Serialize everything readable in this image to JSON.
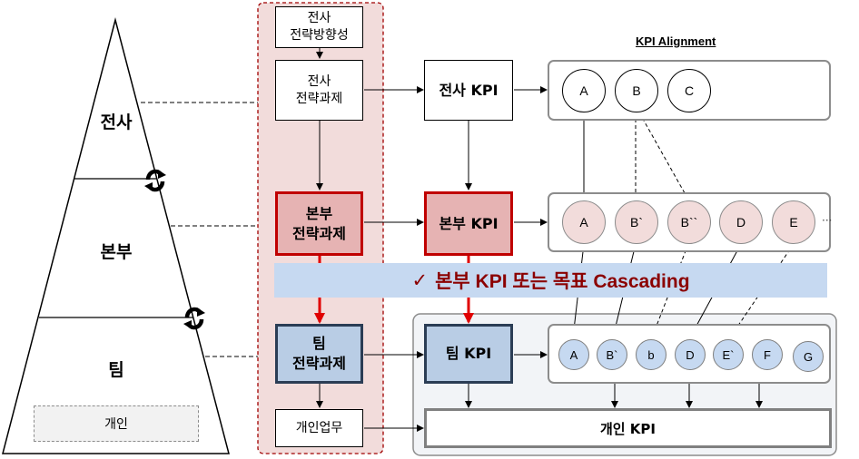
{
  "pyramid": {
    "levels": [
      "전사",
      "본부",
      "팀"
    ],
    "individual_label": "개인"
  },
  "strategy_column": {
    "company_direction": "전사\n전략방향성",
    "company_task": "전사\n전략과제",
    "division_task": "본부\n전략과제",
    "team_task": "팀\n전략과제",
    "individual_work": "개인업무"
  },
  "kpi_column": {
    "company_kpi": "전사 KPI",
    "division_kpi": "본부 KPI",
    "team_kpi": "팀 KPI",
    "individual_kpi": "개인 KPI"
  },
  "alignment": {
    "title": "KPI Alignment",
    "company_items": [
      "A",
      "B",
      "C"
    ],
    "division_items": [
      "A",
      "B`",
      "B``",
      "D",
      "E"
    ],
    "division_more": "···",
    "team_items": [
      "A",
      "B`",
      "b",
      "D",
      "E`",
      "F",
      "G"
    ]
  },
  "banner": {
    "check_icon": "✓",
    "text": "본부 KPI 또는 목표 Cascading"
  },
  "colors": {
    "division_border": "#c00000",
    "division_fill": "#e6b3b3",
    "team_border": "#2b3d55",
    "team_fill": "#b9cde5",
    "banner_fill": "#c6d9f1",
    "banner_text": "#8b0000",
    "strategy_panel_fill": "#f2dcdb"
  }
}
